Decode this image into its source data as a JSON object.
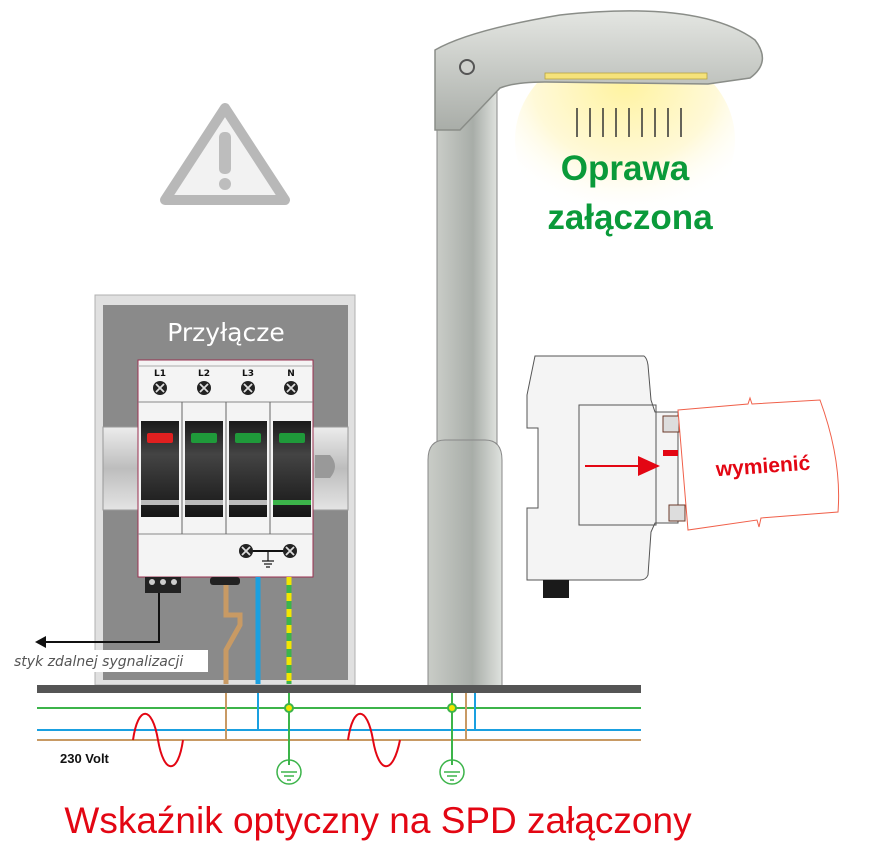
{
  "lamp": {
    "status_line1": "Oprawa",
    "status_line2": "załączona"
  },
  "cabinet": {
    "title": "Przyłącze"
  },
  "spd": {
    "poles": [
      {
        "label": "L1",
        "indicator": "red"
      },
      {
        "label": "L2",
        "indicator": "green"
      },
      {
        "label": "L3",
        "indicator": "green"
      },
      {
        "label": "N",
        "indicator": "green"
      }
    ]
  },
  "remote_contact_label": "styk zdalnej sygnalizacji",
  "voltage_label": "230 Volt",
  "replace_label": "wymienić",
  "caption": "Wskaźnik optyczny na SPD załączony",
  "colors": {
    "red": "#e30613",
    "green": "#0a9a3a",
    "indicator_red": "#e02020",
    "indicator_green": "#1f9a3a",
    "wire_blue": "#1aa0e0",
    "wire_brown": "#c89a64",
    "wire_green": "#3cb44a",
    "yellow": "#f2e600"
  }
}
